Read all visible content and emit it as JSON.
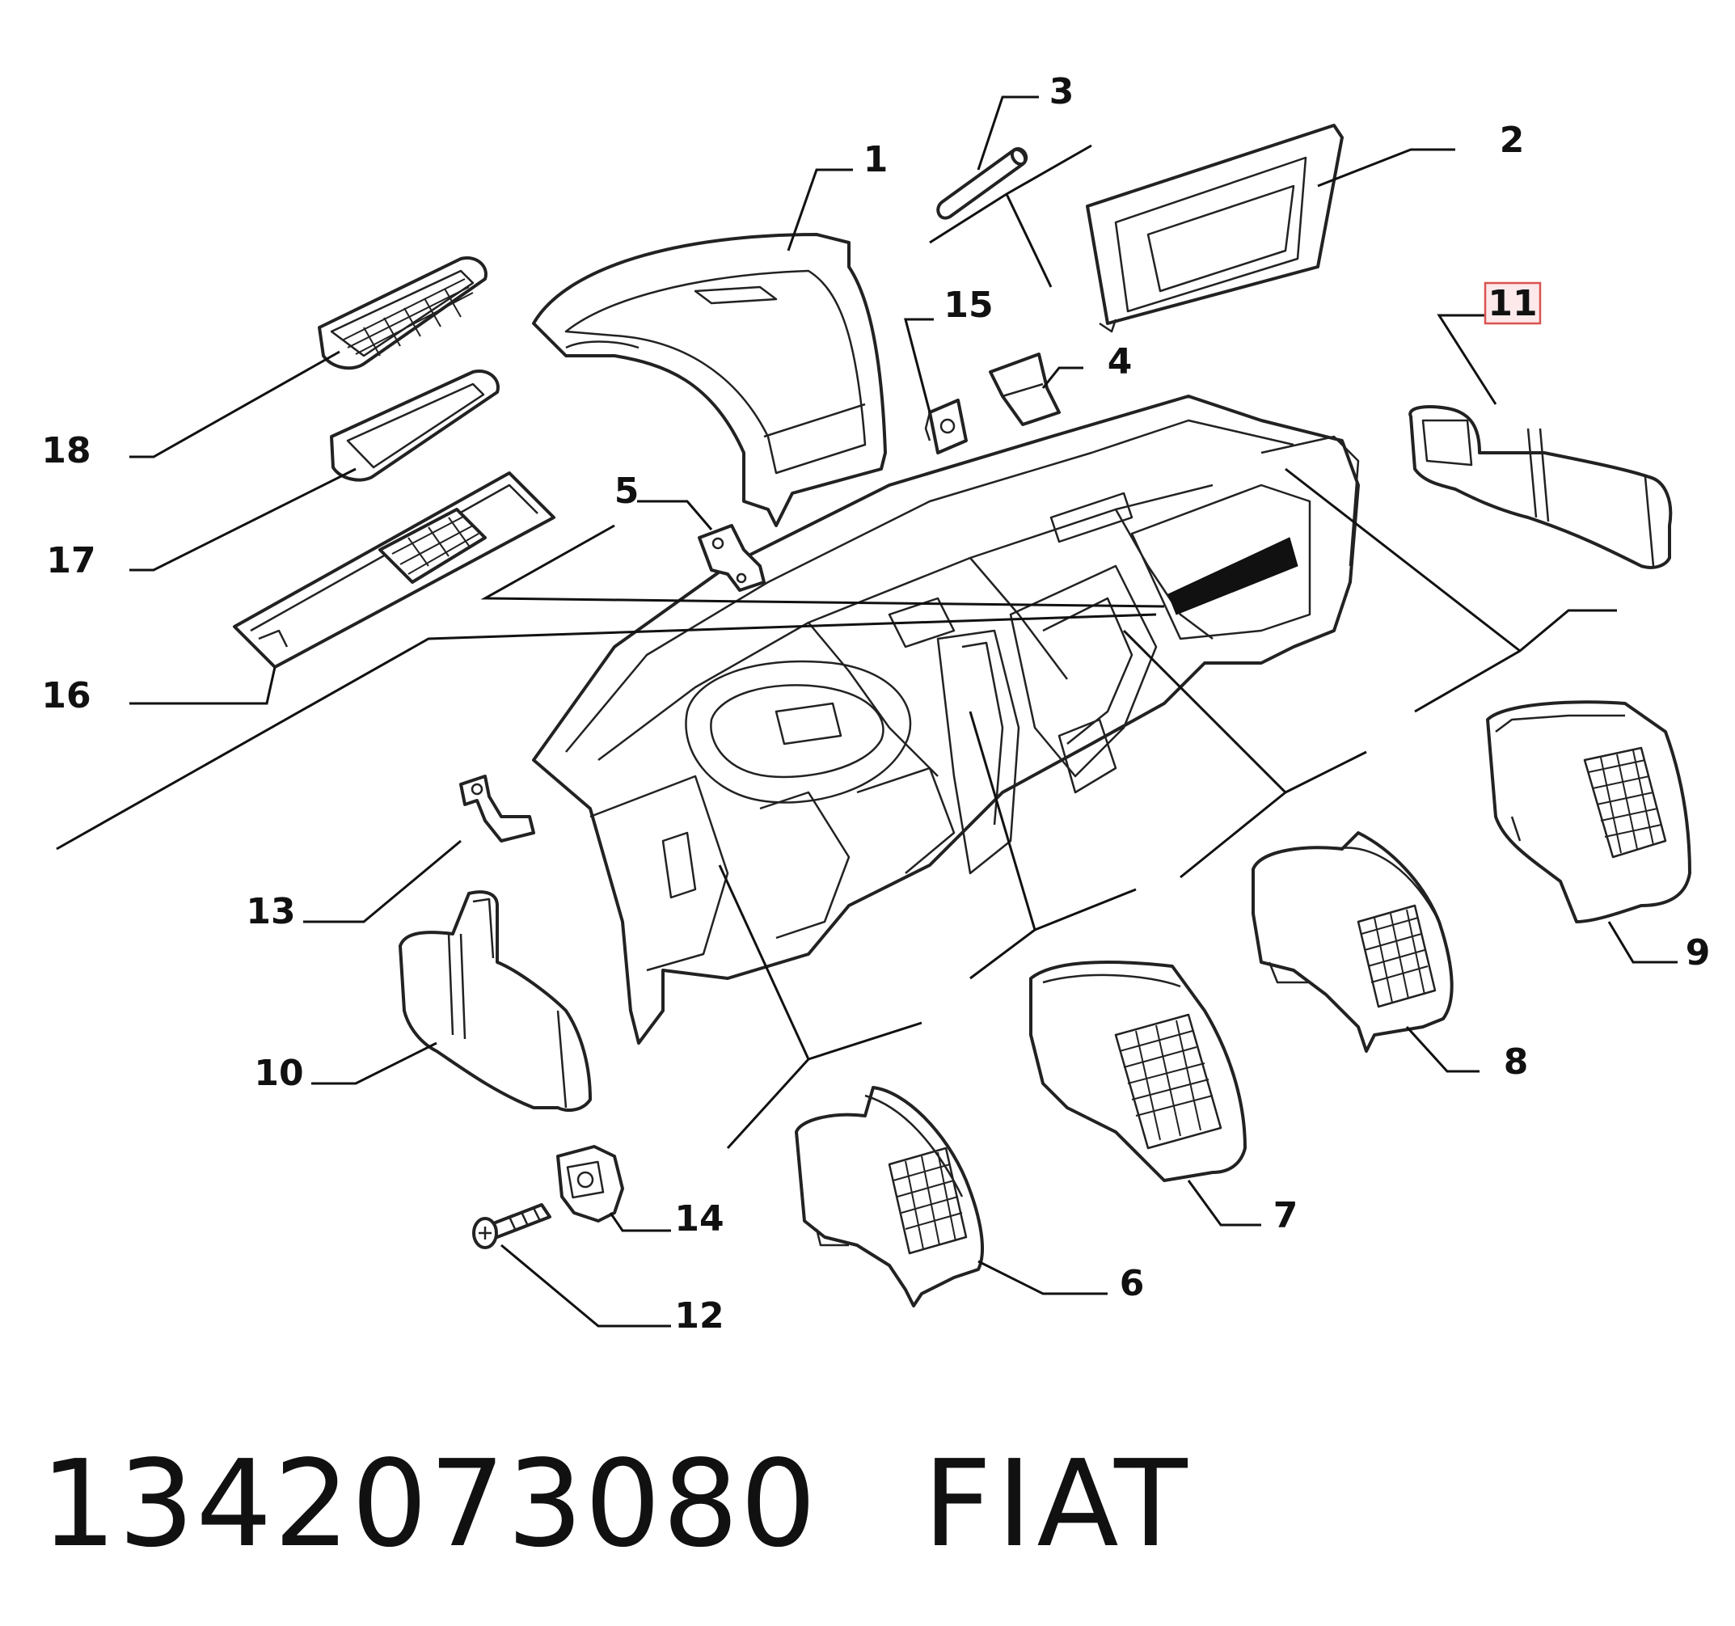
{
  "diagram": {
    "callouts": [
      {
        "id": "c1",
        "label": "1"
      },
      {
        "id": "c2",
        "label": "2"
      },
      {
        "id": "c3",
        "label": "3"
      },
      {
        "id": "c4",
        "label": "4"
      },
      {
        "id": "c5",
        "label": "5"
      },
      {
        "id": "c6",
        "label": "6"
      },
      {
        "id": "c7",
        "label": "7"
      },
      {
        "id": "c8",
        "label": "8"
      },
      {
        "id": "c9",
        "label": "9"
      },
      {
        "id": "c10",
        "label": "10"
      },
      {
        "id": "c11",
        "label": "11",
        "highlighted": true
      },
      {
        "id": "c12",
        "label": "12"
      },
      {
        "id": "c13",
        "label": "13"
      },
      {
        "id": "c14",
        "label": "14"
      },
      {
        "id": "c15",
        "label": "15"
      },
      {
        "id": "c16",
        "label": "16"
      },
      {
        "id": "c17",
        "label": "17"
      },
      {
        "id": "c18",
        "label": "18"
      }
    ],
    "highlight_color": "#d9534f"
  },
  "caption": {
    "part_number": "1342073080",
    "brand": "FIAT"
  }
}
